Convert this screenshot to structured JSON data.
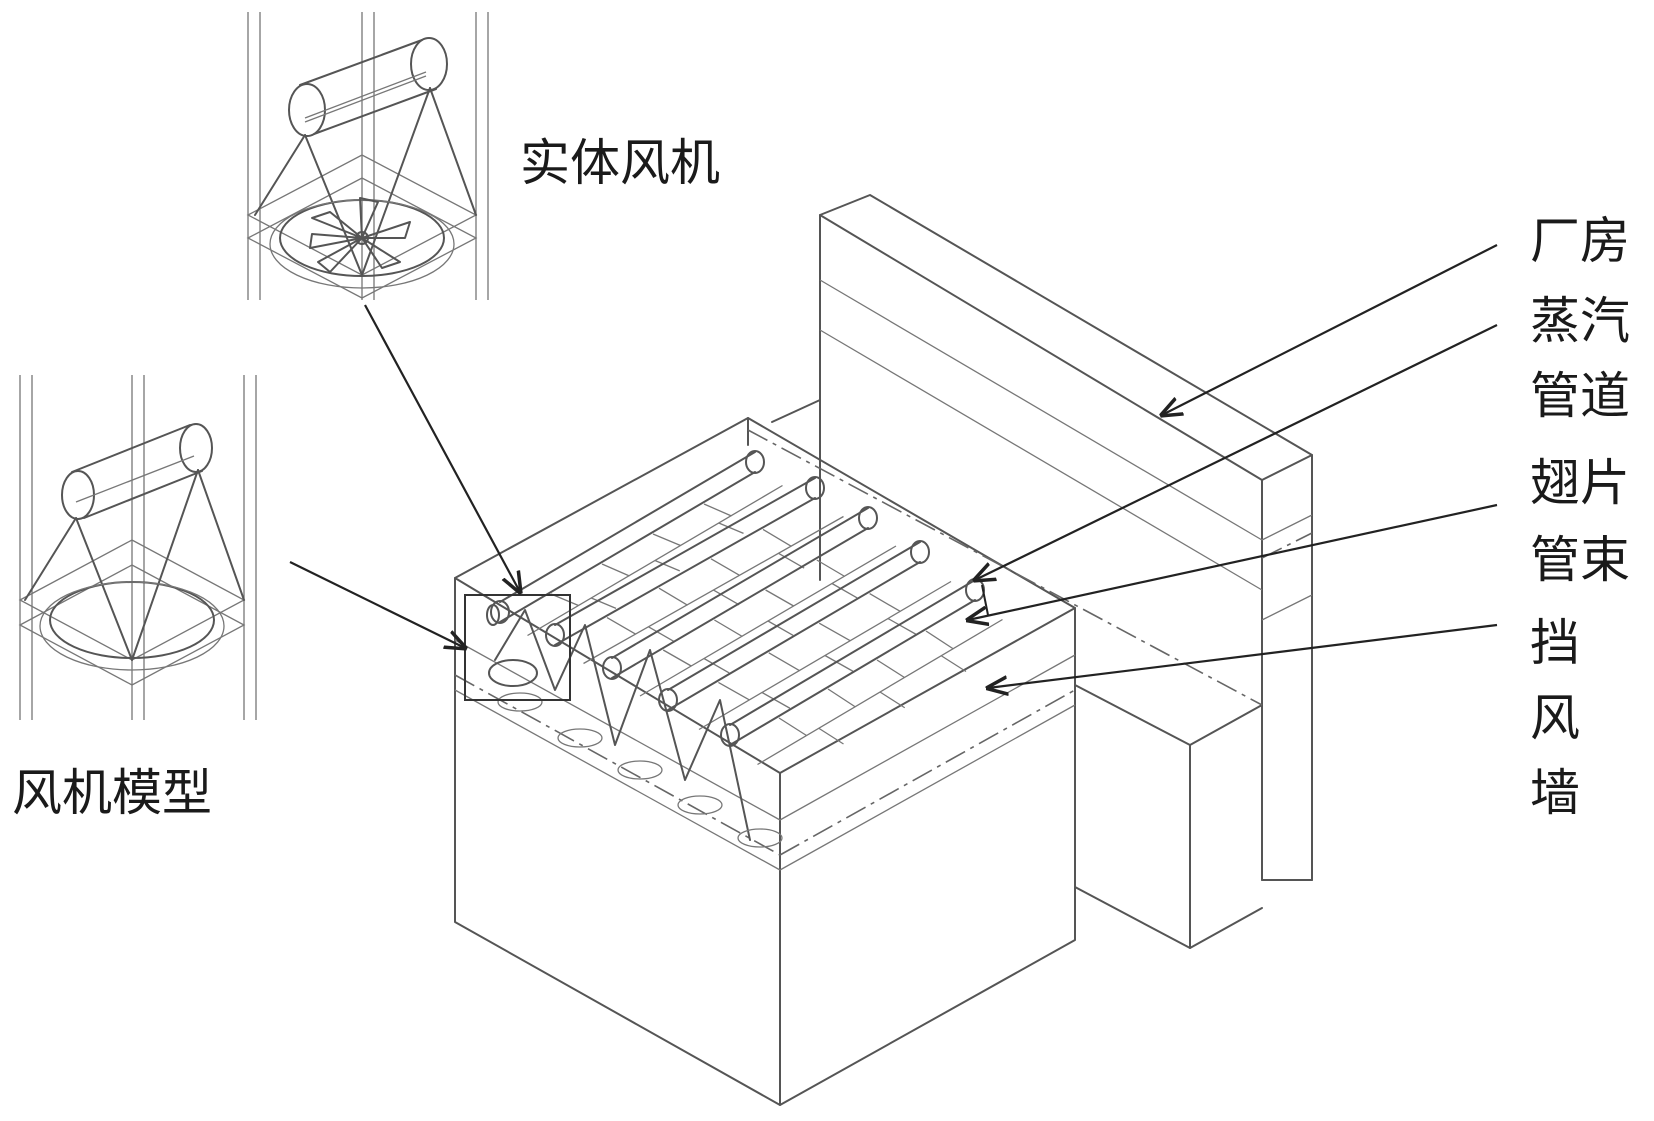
{
  "labels": {
    "real_fan": "实体风机",
    "fan_model": "风机模型",
    "plant_building": [
      "厂房"
    ],
    "steam_pipe": [
      "蒸汽",
      "管道"
    ],
    "finned_tube_bundle": [
      "翅片",
      "管束"
    ],
    "windbreak_wall": [
      "挡",
      "风",
      "墙"
    ]
  },
  "colors": {
    "line": "#555555",
    "pointer": "#222222",
    "text": "#1a1a1a",
    "background": "#ffffff"
  }
}
